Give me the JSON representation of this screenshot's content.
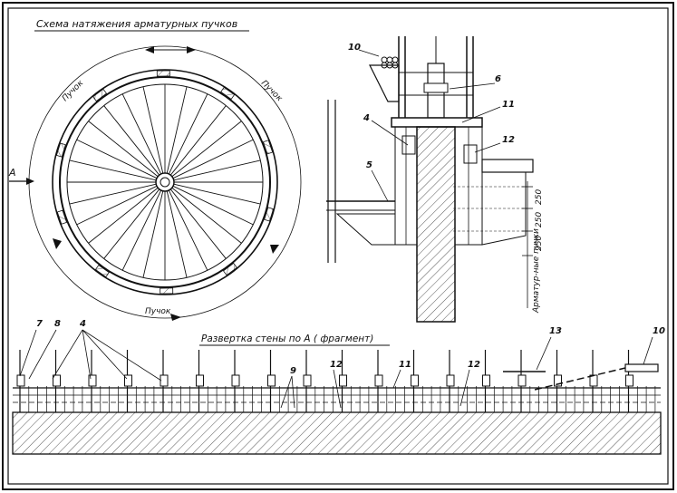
{
  "titles": {
    "scheme": "Схема натяжения арматурных пучков",
    "development": "Развертка стены по А ( фрагмент)"
  },
  "circle_labels": {
    "left": "Пучок",
    "right": "Пучок",
    "bottom": "Пучок",
    "view_arrow": "А"
  },
  "dimensions": {
    "d1": "250",
    "d2": "250",
    "d3": "250",
    "bundle_label": "Арматур-ные пучки"
  },
  "callouts": {
    "c10_top": "10",
    "c6": "6",
    "c11_top": "11",
    "c4_top": "4",
    "c12_top": "12",
    "c5": "5",
    "c7": "7",
    "c8": "8",
    "c4_bottom": "4",
    "c9": "9",
    "c12_b1": "12",
    "c11_bottom": "11",
    "c12_b2": "12",
    "c13": "13",
    "c10_bottom": "10"
  },
  "colors": {
    "ink": "#111111",
    "paper": "#ffffff"
  }
}
